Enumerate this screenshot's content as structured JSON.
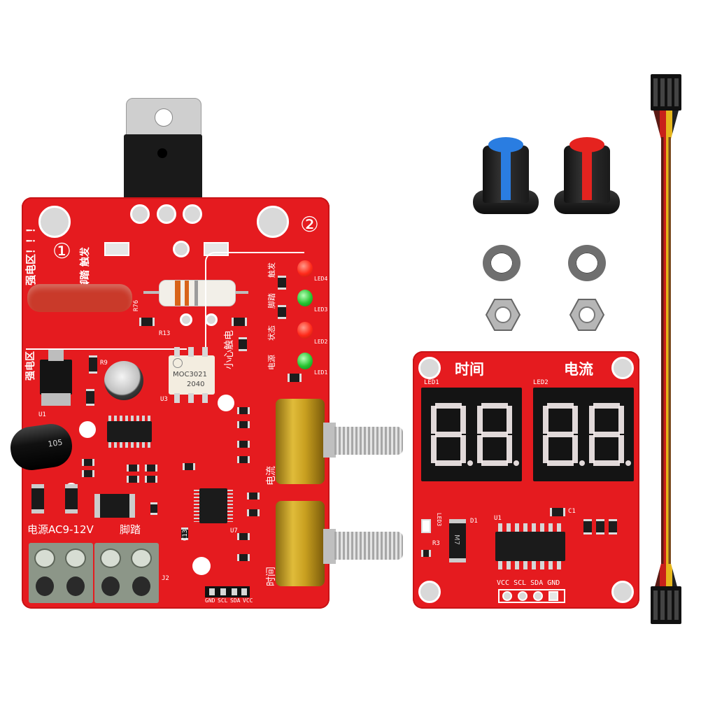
{
  "main_board": {
    "corner_label_1": "①",
    "corner_label_2": "②",
    "trigger_label": "脚踏 触发",
    "danger_label_top": "强电区！！！",
    "danger_label_side": "强电区",
    "touch_label": "小心触电",
    "power_label": "电源AC9-12V",
    "pedal_label": "脚踏",
    "current_knob_label": "电流",
    "time_knob_label": "时间",
    "optocoupler_text": "MOC3021",
    "optocoupler_code": "2040",
    "cap_value": "105",
    "silk_r76": "R76",
    "silk_r13": "R13",
    "silk_r9": "R9",
    "silk_u1": "U1",
    "silk_u3": "U3",
    "silk_u7": "U7",
    "silk_j2": "J2",
    "silk_c13": "C13",
    "header_labels": [
      "GND",
      "SCL",
      "SDA",
      "VCC"
    ],
    "status_labels": [
      "电源",
      "状态",
      "脚踏",
      "触发"
    ],
    "led_labels": [
      "LED4",
      "LED3",
      "LED2",
      "LED1"
    ]
  },
  "display_board": {
    "time_label": "时间",
    "current_label": "电流",
    "led1_label": "LED1",
    "led2_label": "LED2",
    "led3_label": "LED3",
    "u1_label": "U1",
    "d1_label": "D1",
    "c1_label": "C1",
    "r3_label": "R3",
    "pin_labels": "VCC SCL SDA GND",
    "diode_text": "M7"
  },
  "colors": {
    "pcb_red": "#e51b1f",
    "knob_blue": "#2a7de1",
    "knob_red": "#e5231f",
    "led_red": "#ff2a1a",
    "led_green": "#26c431",
    "pot_gold": "#c9a020",
    "terminal_grey": "#8c9688"
  },
  "icons": [
    "knob-blue",
    "knob-red",
    "washer",
    "hex-nut",
    "dupont-cable",
    "potentiometer",
    "screw-terminal",
    "seven-segment-display"
  ]
}
